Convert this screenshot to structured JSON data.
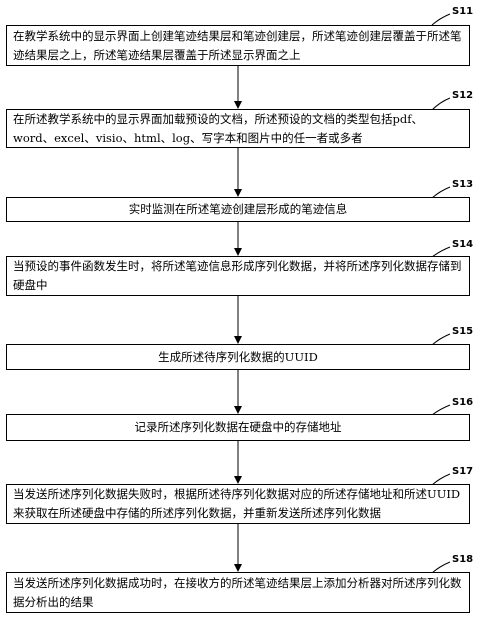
{
  "steps": [
    {
      "id": "S11",
      "text": "在教学系统中的显示界面上创建笔迹结果层和笔迹创建层，所述笔迹创建层覆盖于所述笔迹结果层之上，所述笔迹结果层覆盖于所述显示界面之上"
    },
    {
      "id": "S12",
      "text": "在所述教学系统中的显示界面加载预设的文档，所述预设的文档的类型包括pdf、word、excel、visio、html、log、写字本和图片中的任一者或多者"
    },
    {
      "id": "S13",
      "text": "实时监测在所述笔迹创建层形成的笔迹信息"
    },
    {
      "id": "S14",
      "text": "当预设的事件函数发生时，将所述笔迹信息形成序列化数据，并将所述序列化数据存储到硬盘中"
    },
    {
      "id": "S15",
      "text": "生成所述待序列化数据的UUID"
    },
    {
      "id": "S16",
      "text": "记录所述序列化数据在硬盘中的存储地址"
    },
    {
      "id": "S17",
      "text": "当发送所述序列化数据失败时，根据所述待序列化数据对应的所述存储地址和所述UUID来获取在所述硬盘中存储的所述序列化数据，并重新发送所述序列化数据"
    },
    {
      "id": "S18",
      "text": "当发送所述序列化数据成功时，在接收方的所述笔迹结果层上添加分析器对所述序列化数据分析出的结果"
    }
  ]
}
